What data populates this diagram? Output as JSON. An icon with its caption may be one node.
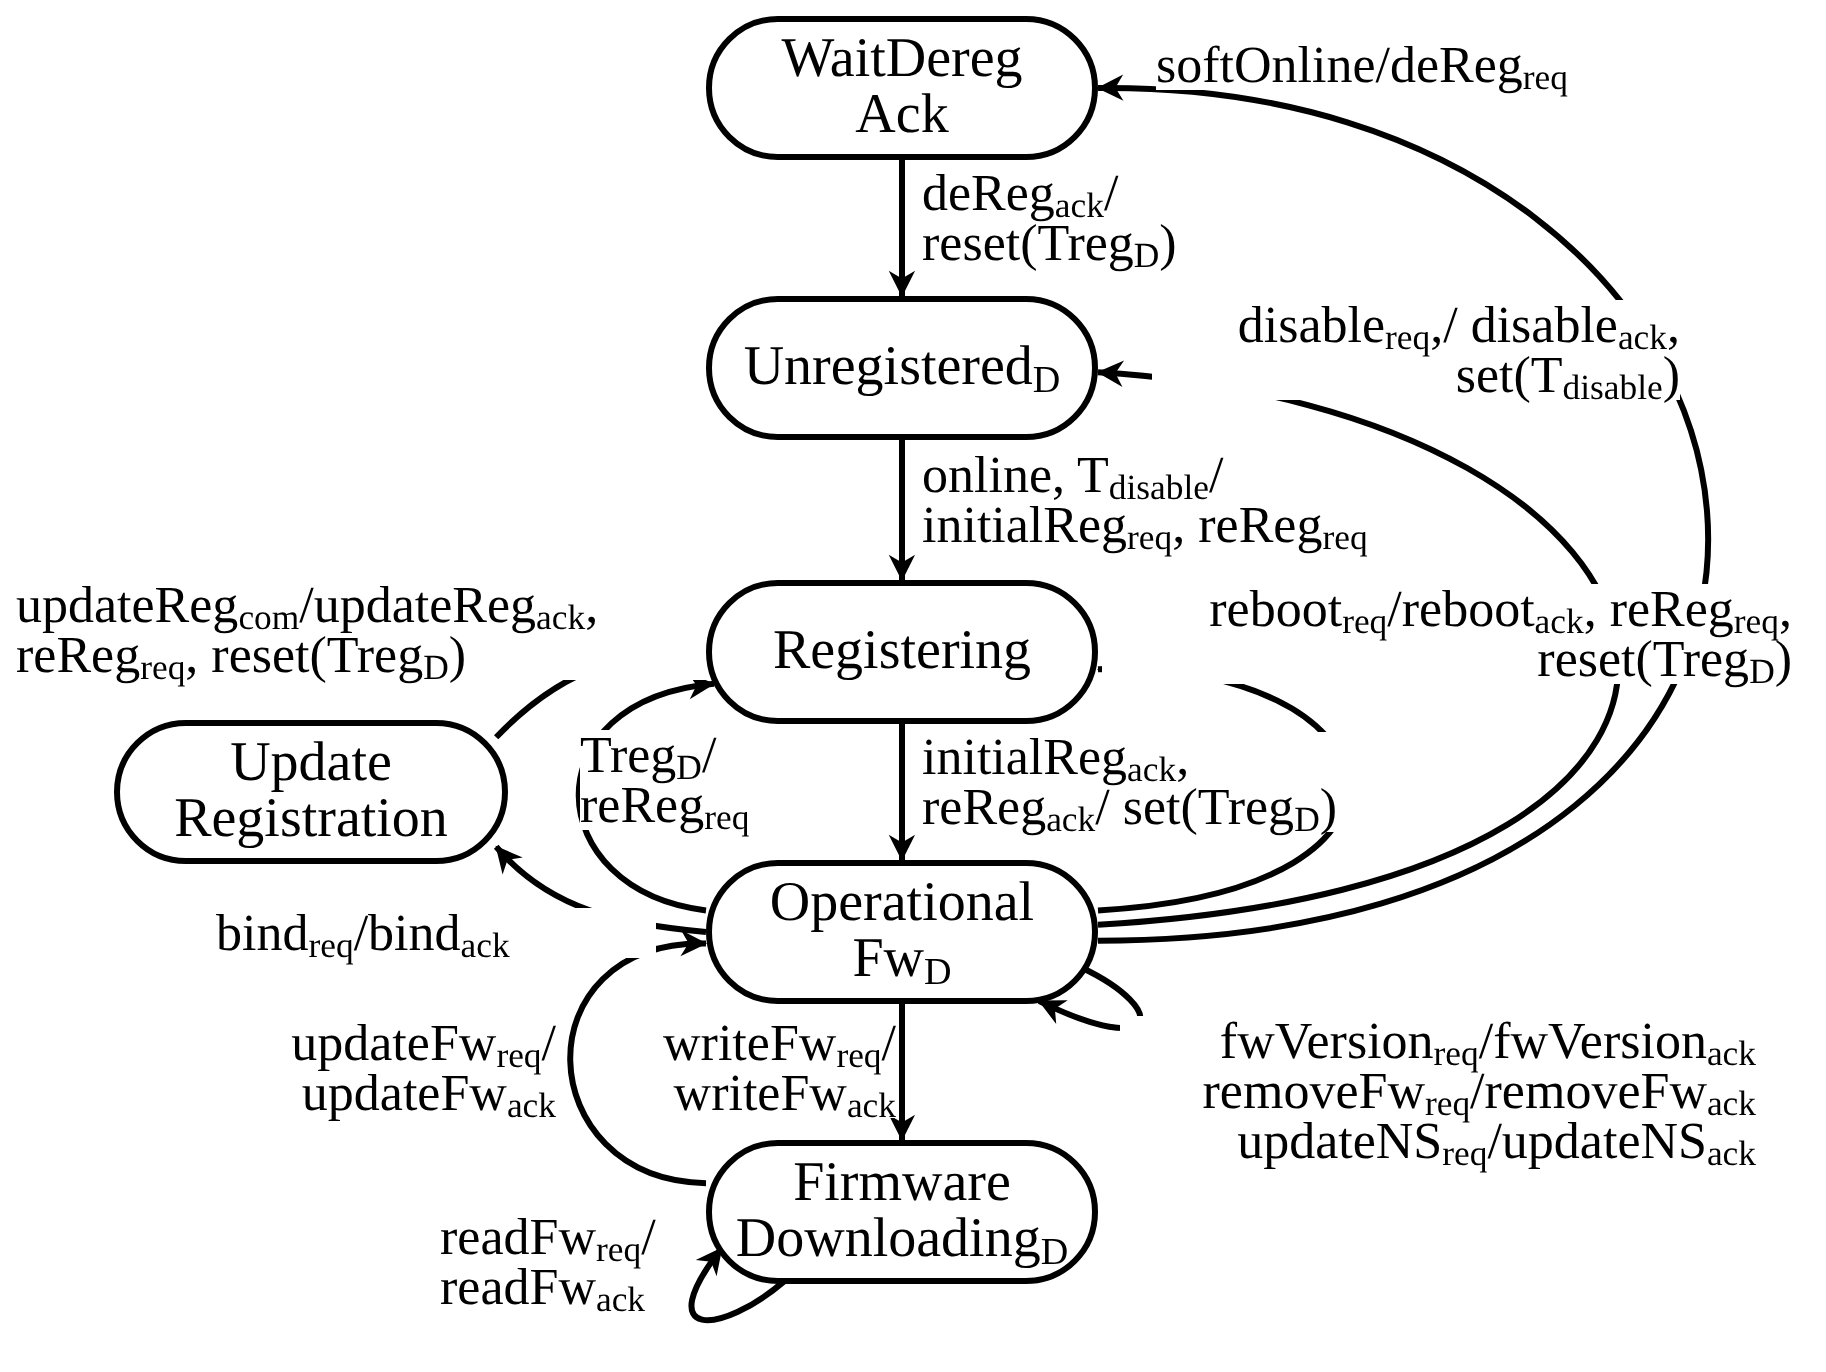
{
  "diagram": {
    "nodes": [
      {
        "text": [
          "WaitDereg Ack"
        ]
      },
      {
        "text": [
          "Unregistered$_{D}$"
        ]
      },
      {
        "text": [
          "Registering"
        ]
      },
      {
        "text": [
          "Update Registration"
        ]
      },
      {
        "text": [
          "Operational Fw$_{D}$"
        ]
      },
      {
        "text": [
          "Firmware Downloading$_{D}$"
        ]
      }
    ],
    "edges": [
      {
        "from": 0,
        "to": 1,
        "arrow": "to",
        "label": "deReg$_{ack}$/ reset(Treg$_{D}$)"
      },
      {
        "from": 1,
        "to": 2,
        "arrow": "to",
        "label": "online, T$_{disable}$/ initialReg$_{req}$, reReg$_{req}$"
      },
      {
        "from": 2,
        "to": 4,
        "arrow": "to",
        "label": "initialReg$_{ack}$, reReg$_{ack}$/ set(Treg$_{D}$)"
      },
      {
        "from": 3,
        "to": 2,
        "arrow": "to",
        "label": "updateReg$_{com}$/updateReg$_{ack}$, reReg$_{req}$, reset(Treg$_{D}$)"
      },
      {
        "from": 4,
        "to": 2,
        "arrow": "to",
        "label": "Treg$_{D}$/ reReg$_{req}$"
      },
      {
        "from": 4,
        "to": 2,
        "arrow": "to",
        "label": "reboot$_{req}$/reboot$_{ack}$, reReg$_{req}$, reset(Treg$_{D}$)"
      },
      {
        "from": 4,
        "to": 1,
        "arrow": "to",
        "label": "disable$_{req}$,/ disable$_{ack}$, set(T$_{disable}$)"
      },
      {
        "from": 4,
        "to": 0,
        "arrow": "to",
        "label": "softOnline/deReg$_{req}$"
      },
      {
        "from": 4,
        "to": 3,
        "arrow": "to",
        "label": "bind$_{req}$/bind$_{ack}$"
      },
      {
        "from": 4,
        "to": 5,
        "arrow": "to",
        "label": "writeFw$_{req}$/ writeFw$_{ack}$"
      },
      {
        "from": 5,
        "to": 4,
        "arrow": "to",
        "label": "updateFw$_{req}$/ updateFw$_{ack}$"
      },
      {
        "from": 4,
        "to": 4,
        "arrow": "to",
        "label": "fwVersion$_{req}$/fwVersion$_{ack}$ removeFw$_{req}$/removeFw$_{ack}$ updateNS$_{req}$/updateNS$_{ack}$"
      },
      {
        "from": 5,
        "to": 5,
        "arrow": "to",
        "label": "readFw$_{req}$/ readFw$_{ack}$"
      }
    ]
  }
}
